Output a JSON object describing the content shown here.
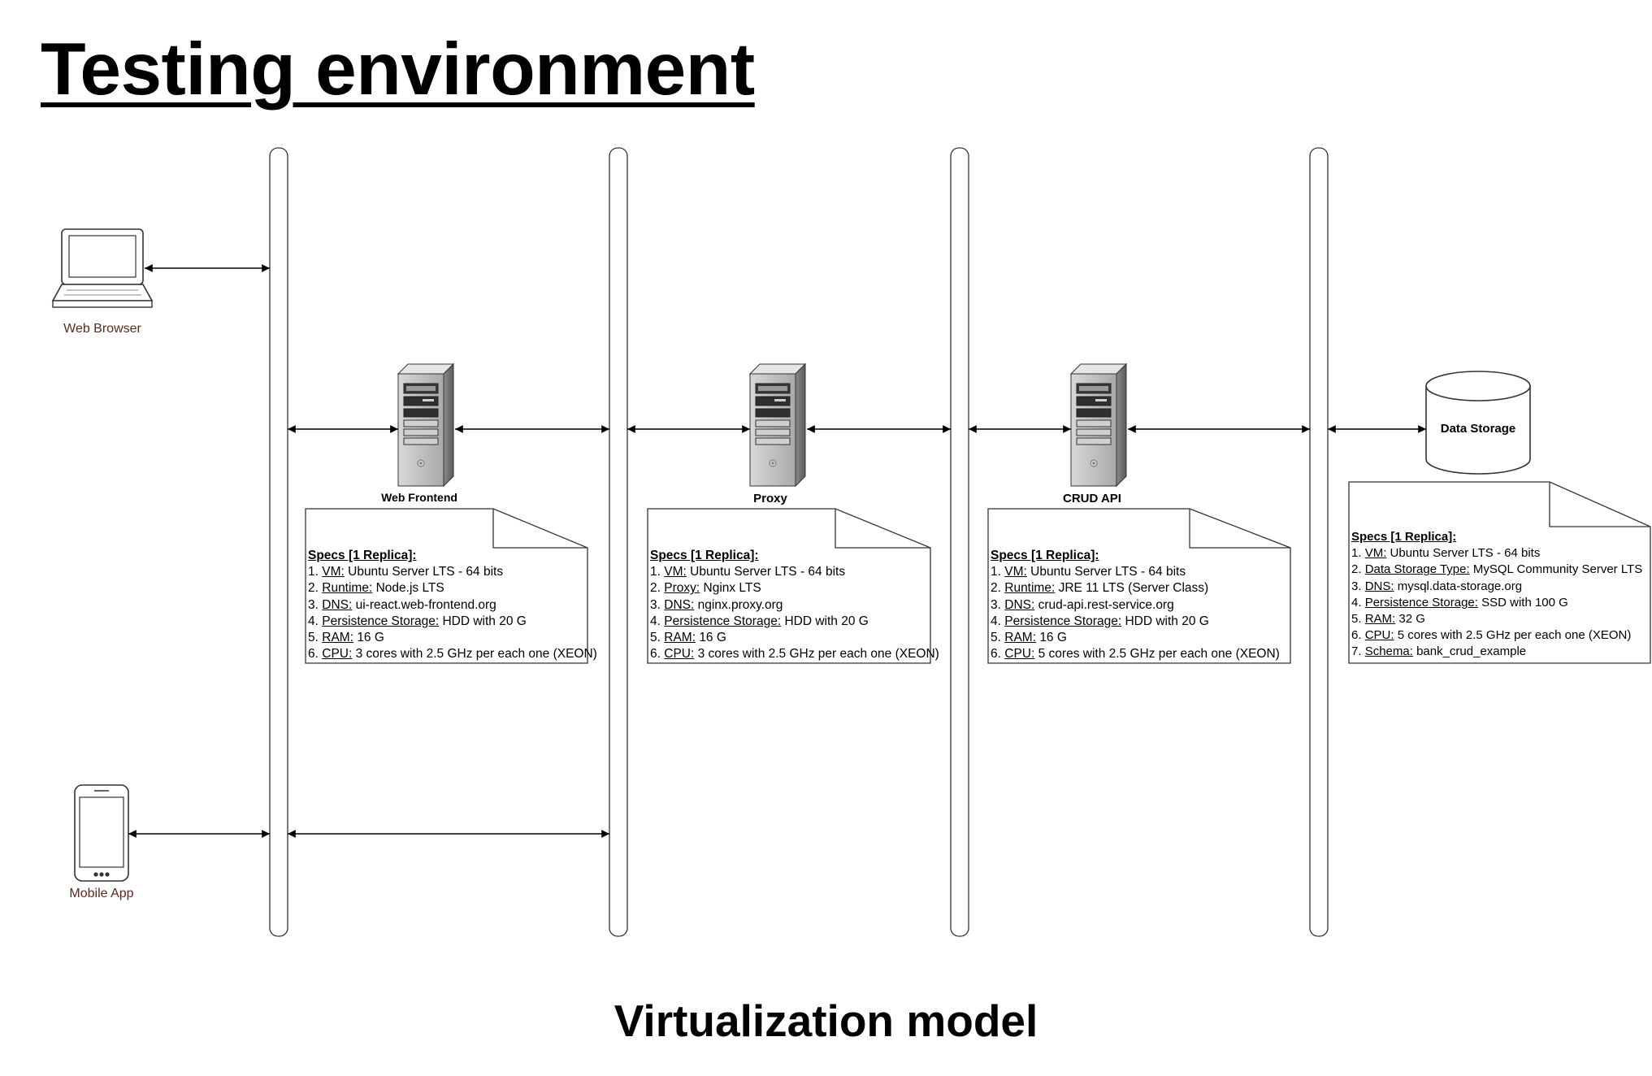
{
  "title": "Testing environment",
  "footer": "Virtualization model",
  "clients": {
    "web_browser": "Web Browser",
    "mobile_app": "Mobile App"
  },
  "servers": [
    {
      "name": "Web Frontend",
      "specs_header": "Specs [1 Replica]:",
      "specs": [
        {
          "n": "1.",
          "key": "VM:",
          "value": "Ubuntu Server LTS - 64 bits"
        },
        {
          "n": "2.",
          "key": "Runtime:",
          "value": "Node.js LTS"
        },
        {
          "n": "3.",
          "key": "DNS:",
          "value": "ui-react.web-frontend.org"
        },
        {
          "n": "4.",
          "key": "Persistence Storage:",
          "value": "HDD with 20 G"
        },
        {
          "n": "5.",
          "key": "RAM:",
          "value": "16 G"
        },
        {
          "n": "6.",
          "key": "CPU:",
          "value": "3 cores with 2.5 GHz per each one (XEON)"
        }
      ]
    },
    {
      "name": "Proxy",
      "specs_header": "Specs [1 Replica]:",
      "specs": [
        {
          "n": "1.",
          "key": "VM:",
          "value": "Ubuntu Server LTS - 64 bits"
        },
        {
          "n": "2.",
          "key": "Proxy:",
          "value": "Nginx LTS"
        },
        {
          "n": "3.",
          "key": "DNS:",
          "value": "nginx.proxy.org"
        },
        {
          "n": "4.",
          "key": "Persistence Storage:",
          "value": "HDD with 20 G"
        },
        {
          "n": "5.",
          "key": "RAM:",
          "value": "16 G"
        },
        {
          "n": "6.",
          "key": "CPU:",
          "value": "3 cores with 2.5 GHz per each one (XEON)"
        }
      ]
    },
    {
      "name": "CRUD API",
      "specs_header": "Specs [1 Replica]:",
      "specs": [
        {
          "n": "1.",
          "key": "VM:",
          "value": "Ubuntu Server LTS - 64 bits"
        },
        {
          "n": "2.",
          "key": "Runtime:",
          "value": "JRE 11 LTS (Server Class)"
        },
        {
          "n": "3.",
          "key": "DNS:",
          "value": "crud-api.rest-service.org"
        },
        {
          "n": "4.",
          "key": "Persistence Storage:",
          "value": "HDD with 20 G"
        },
        {
          "n": "5.",
          "key": "RAM:",
          "value": "16 G"
        },
        {
          "n": "6.",
          "key": "CPU:",
          "value": "5 cores with 2.5 GHz per each one (XEON)"
        }
      ]
    }
  ],
  "data_storage": {
    "name": "Data Storage",
    "specs_header": "Specs [1 Replica]:",
    "specs": [
      {
        "n": "1.",
        "key": "VM:",
        "value": "Ubuntu Server LTS - 64 bits"
      },
      {
        "n": "2.",
        "key": "Data Storage Type:",
        "value": "MySQL Community Server LTS"
      },
      {
        "n": "3.",
        "key": "DNS:",
        "value": "mysql.data-storage.org"
      },
      {
        "n": "4.",
        "key": "Persistence Storage:",
        "value": "SSD with 100 G"
      },
      {
        "n": "5.",
        "key": "RAM:",
        "value": "32 G"
      },
      {
        "n": "6.",
        "key": "CPU:",
        "value": "5 cores with 2.5 GHz per each one (XEON)"
      },
      {
        "n": "7.",
        "key": "Schema:",
        "value": "bank_crud_example"
      }
    ]
  },
  "icons": {
    "client_browser": "laptop-icon",
    "client_mobile": "smartphone-icon",
    "server": "server-tower-icon",
    "storage": "database-cylinder-icon"
  },
  "colors": {
    "client_label": "#5a2a1e",
    "line": "#000000",
    "server_body": "#b8b8b8"
  }
}
